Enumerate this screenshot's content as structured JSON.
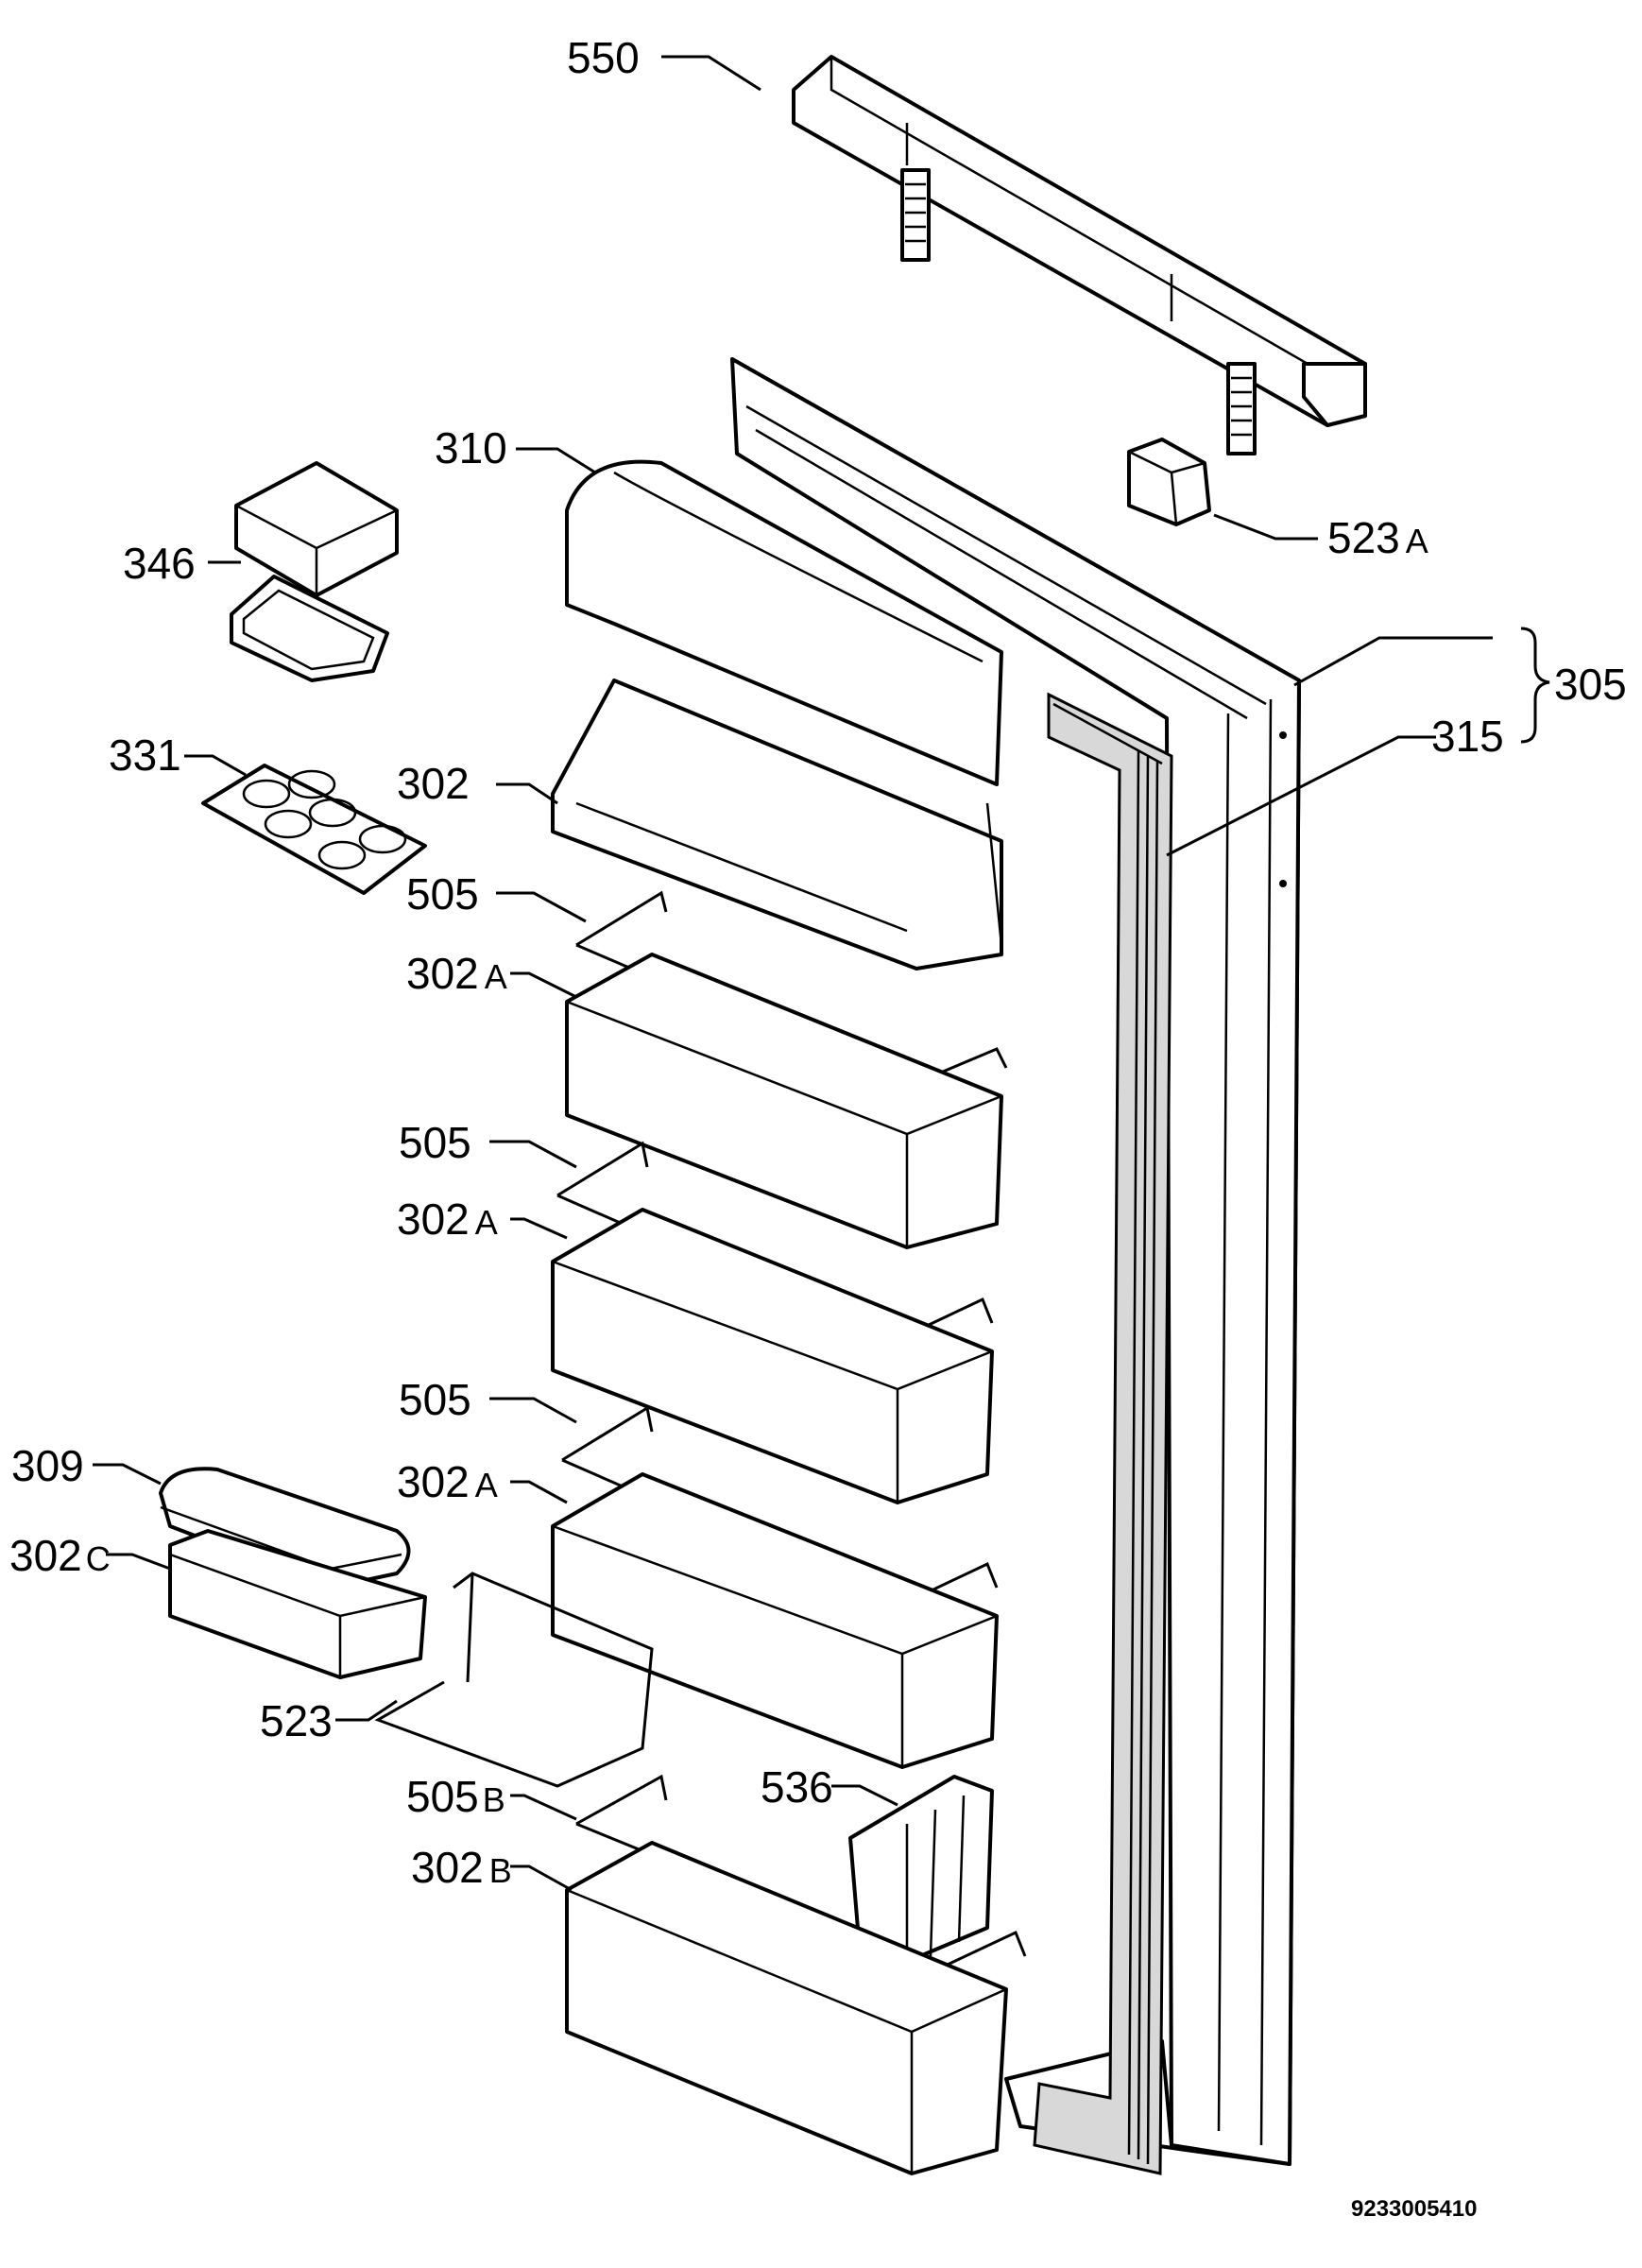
{
  "diagram_code": "9233005410",
  "labels": {
    "l550": {
      "num": "550",
      "suffix": ""
    },
    "l523a": {
      "num": "523",
      "suffix": "A"
    },
    "l305": {
      "num": "305",
      "suffix": ""
    },
    "l315": {
      "num": "315",
      "suffix": ""
    },
    "l310": {
      "num": "310",
      "suffix": ""
    },
    "l346": {
      "num": "346",
      "suffix": ""
    },
    "l331": {
      "num": "331",
      "suffix": ""
    },
    "l302": {
      "num": "302",
      "suffix": ""
    },
    "l505_1": {
      "num": "505",
      "suffix": ""
    },
    "l302a_1": {
      "num": "302",
      "suffix": "A"
    },
    "l505_2": {
      "num": "505",
      "suffix": ""
    },
    "l302a_2": {
      "num": "302",
      "suffix": "A"
    },
    "l505_3": {
      "num": "505",
      "suffix": ""
    },
    "l302a_3": {
      "num": "302",
      "suffix": "A"
    },
    "l309": {
      "num": "309",
      "suffix": ""
    },
    "l302c": {
      "num": "302",
      "suffix": "C"
    },
    "l523": {
      "num": "523",
      "suffix": ""
    },
    "l536": {
      "num": "536",
      "suffix": ""
    },
    "l505b": {
      "num": "505",
      "suffix": "B"
    },
    "l302b": {
      "num": "302",
      "suffix": "B"
    }
  }
}
